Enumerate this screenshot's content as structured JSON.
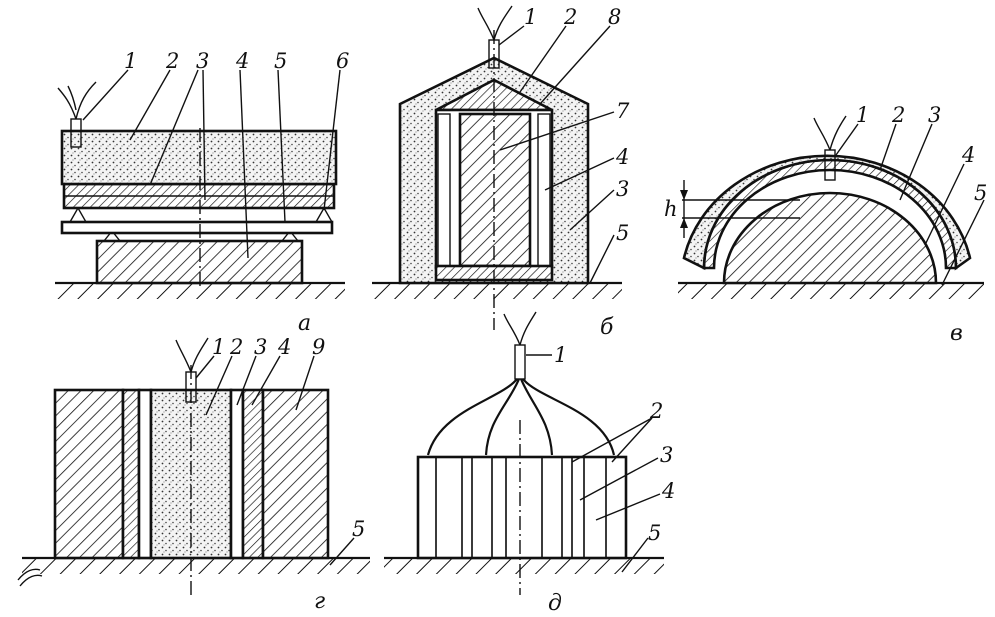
{
  "diagrams": {
    "a": {
      "caption": "а",
      "labels": [
        "1",
        "2",
        "3",
        "4",
        "5",
        "6"
      ]
    },
    "b": {
      "caption": "б",
      "labels": [
        "1",
        "2",
        "8",
        "7",
        "4",
        "3",
        "5"
      ]
    },
    "v": {
      "caption": "в",
      "labels": [
        "1",
        "2",
        "3",
        "4",
        "5",
        "h"
      ]
    },
    "g": {
      "caption": "г",
      "labels": [
        "1",
        "2",
        "3",
        "4",
        "9",
        "5"
      ]
    },
    "d": {
      "caption": "д",
      "labels": [
        "1",
        "2",
        "3",
        "4",
        "5"
      ]
    }
  }
}
